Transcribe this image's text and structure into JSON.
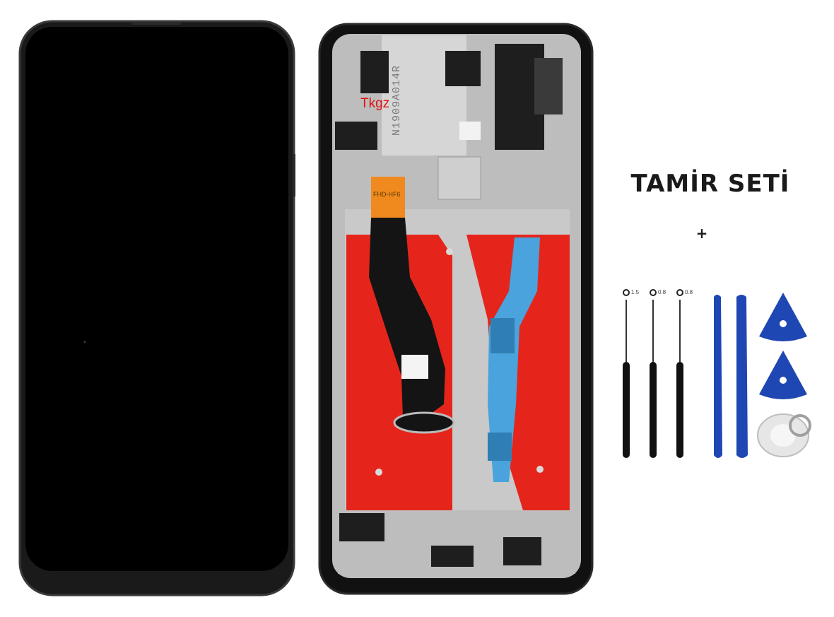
{
  "kit": {
    "title": "TAMİR SETİ",
    "plus": "+"
  },
  "frame": {
    "watermark": "Tkgz",
    "code": "N1909A014R",
    "flex_label": "FHD-HF6"
  },
  "screwdrivers": [
    {
      "tip": "1.5"
    },
    {
      "tip": "0.8"
    },
    {
      "tip": "0.8"
    }
  ],
  "colors": {
    "background": "#ffffff",
    "screen_black": "#000000",
    "frame_black": "#111111",
    "shield_red": "#e5251b",
    "shield_gray": "#c9c9c9",
    "flex_orange": "#f08a1e",
    "flex_blue": "#4aa3dc",
    "tool_blue": "#1f47b3",
    "watermark_red": "#e01010"
  }
}
